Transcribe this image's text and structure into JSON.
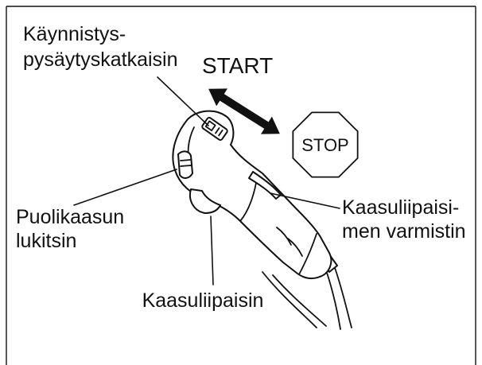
{
  "labels": {
    "switch_line1": "Käynnistys-",
    "switch_line2": "pysäytyskatkaisin",
    "start": "START",
    "stop": "STOP",
    "half_throttle_line1": "Puolikaasun",
    "half_throttle_line2": "lukitsin",
    "trigger_lockout_line1": "Kaasuliipaisi-",
    "trigger_lockout_line2": "men varmistin",
    "trigger": "Kaasuliipaisin"
  }
}
